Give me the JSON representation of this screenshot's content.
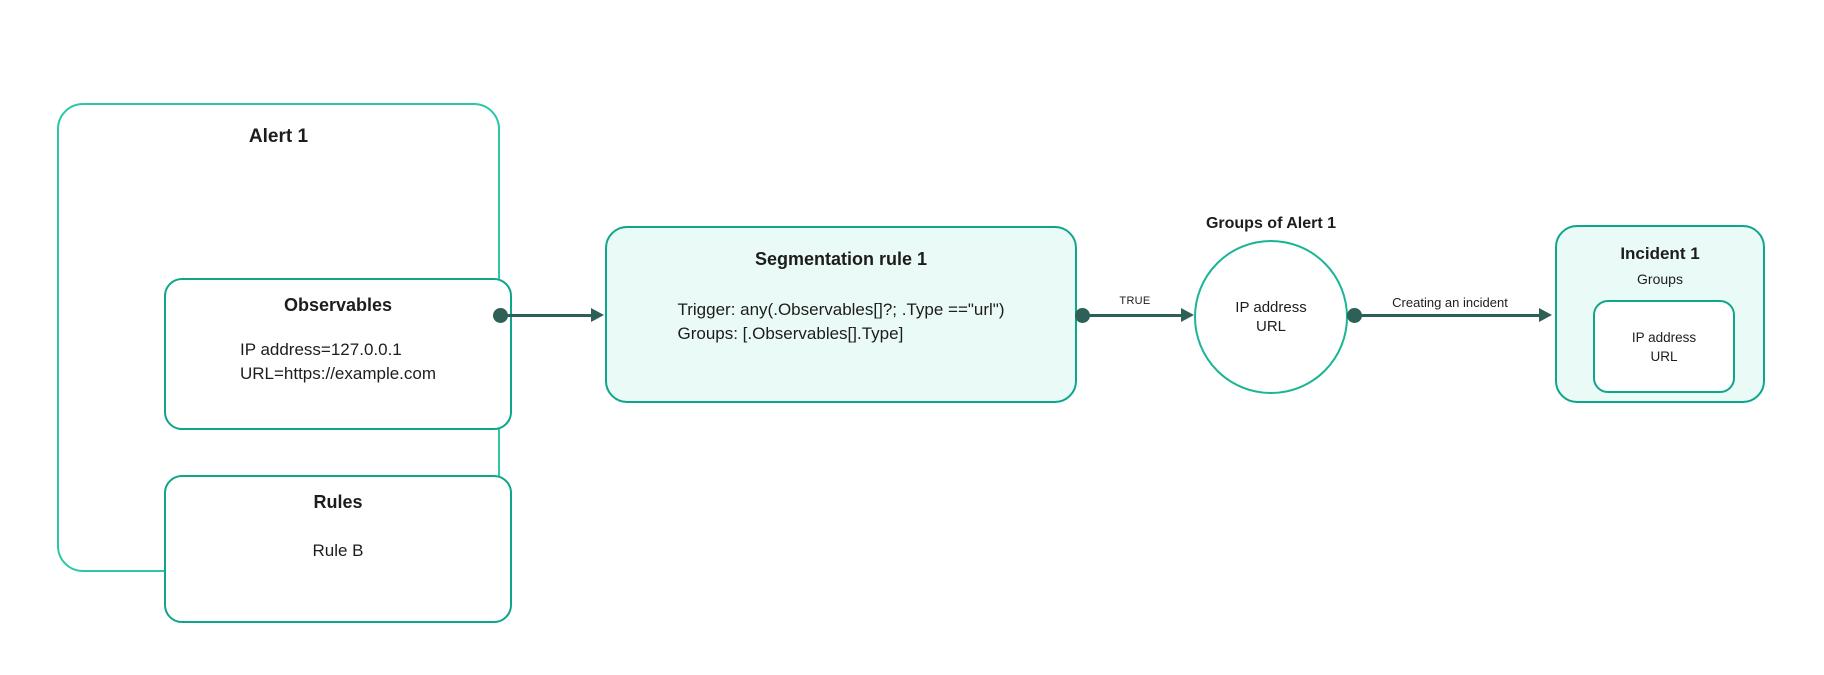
{
  "colors": {
    "teal_bright": "#2BC8A6",
    "teal_dark": "#0EA68A",
    "teal_circle": "#1BB495",
    "arrow": "#2E6057",
    "mint_fill": "#EAFAF6",
    "text": "#1D1D1B"
  },
  "alert": {
    "title": "Alert 1",
    "observables": {
      "title": "Observables",
      "lines": [
        "IP address=127.0.0.1",
        "URL=https://example.com"
      ]
    },
    "rules": {
      "title": "Rules",
      "lines": [
        "Rule B"
      ]
    }
  },
  "segmentation": {
    "title": "Segmentation rule 1",
    "trigger": "Trigger: any(.Observables[]?; .Type ==\"url\")",
    "groups": "Groups: [.Observables[].Type]"
  },
  "groups_circle": {
    "title": "Groups of Alert 1",
    "lines": [
      "IP address",
      "URL"
    ]
  },
  "incident": {
    "title": "Incident 1",
    "subtitle": "Groups",
    "group_box": {
      "lines": [
        "IP address",
        "URL"
      ]
    }
  },
  "edges": {
    "true_label": "TRUE",
    "incident_label": "Creating an incident"
  }
}
